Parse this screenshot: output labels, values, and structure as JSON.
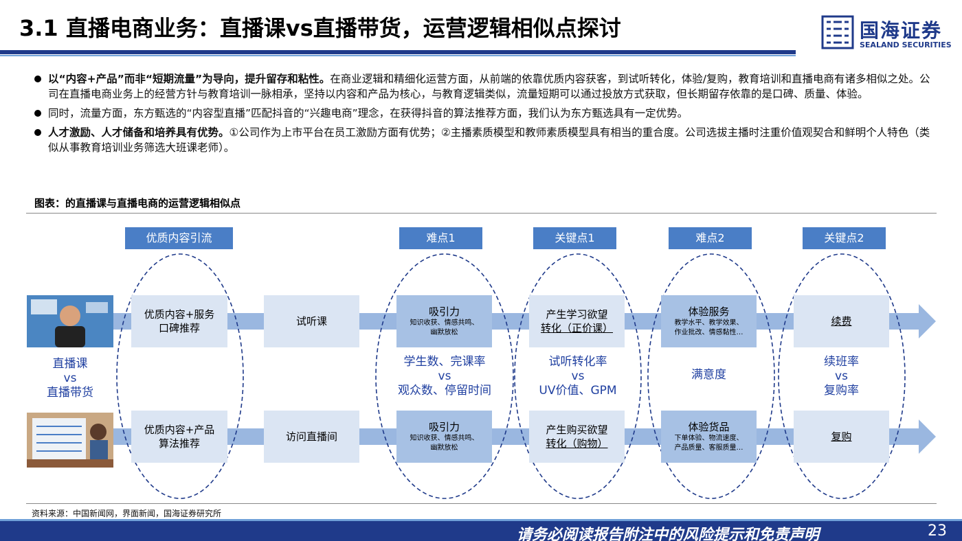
{
  "header": {
    "title": "3.1 直播电商业务：直播课vs直播带货，运营逻辑相似点探讨",
    "logo_cn": "国海证券",
    "logo_en": "SEALAND SECURITIES"
  },
  "bullets": [
    {
      "bold": "以“内容+产品”而非“短期流量”为导向，提升留存和粘性。",
      "text": "在商业逻辑和精细化运营方面，从前端的依靠优质内容获客，到试听转化，体验/复购，教育培训和直播电商有诸多相似之处。公司在直播电商业务上的经营方针与教育培训一脉相承，坚持以内容和产品为核心，与教育逻辑类似，流量短期可以通过投放方式获取，但长期留存依靠的是口碑、质量、体验。"
    },
    {
      "bold": "",
      "text": "同时，流量方面，东方甄选的“内容型直播”匹配抖音的“兴趣电商”理念，在获得抖音的算法推荐方面，我们认为东方甄选具有一定优势。"
    },
    {
      "bold": "人才激励、人才储备和培养具有优势。",
      "text": "①公司作为上市平台在员工激励方面有优势；②主播素质模型和教师素质模型具有相当的重合度。公司选拔主播时注重价值观契合和鲜明个人特色（类似从事教育培训业务筛选大班课老师）。"
    }
  ],
  "figure": {
    "title": "图表：的直播课与直播电商的运营逻辑相似点",
    "source": "资料来源：中国新闻网，界面新闻，国海证券研究所",
    "headers": [
      "优质内容引流",
      "难点1",
      "关键点1",
      "难点2",
      "关键点2"
    ],
    "left_label": {
      "line1": "直播课",
      "line2": "vs",
      "line3": "直播带货"
    },
    "row1": {
      "c1": {
        "line1": "优质内容+服务",
        "line2": "口碑推荐"
      },
      "c2": "试听课",
      "c3": {
        "title": "吸引力",
        "sub1": "知识收获、情感共鸣、",
        "sub2": "幽默放松"
      },
      "c4": {
        "line1": "产生学习欲望",
        "line2": "转化（正价课）"
      },
      "c5": {
        "title": "体验服务",
        "sub1": "教学水平、教学效果、",
        "sub2": "作业批改、情感黏性…"
      },
      "c6": "续费"
    },
    "row2": {
      "c1": {
        "line1": "优质内容+产品",
        "line2": "算法推荐"
      },
      "c2": "访问直播间",
      "c3": {
        "title": "吸引力",
        "sub1": "知识收获、情感共鸣、",
        "sub2": "幽默放松"
      },
      "c4": {
        "line1": "产生购买欲望",
        "line2": "转化（购物）"
      },
      "c5": {
        "title": "体验货品",
        "sub1": "下单体验、物流速度、",
        "sub2": "产品质量、客服质量…"
      },
      "c6": "复购"
    },
    "metrics": {
      "m1": {
        "line1": "学生数、完课率",
        "line2": "vs",
        "line3": "观众数、停留时间"
      },
      "m2": {
        "line1": "试听转化率",
        "line2": "vs",
        "line3": "UV价值、GPM"
      },
      "m3": "满意度",
      "m4": {
        "line1": "续班率",
        "line2": "vs",
        "line3": "复购率"
      }
    }
  },
  "footer": {
    "disclaimer": "请务必阅读报告附注中的风险提示和免责声明",
    "page": "23"
  },
  "colors": {
    "brand": "#1f3a8a",
    "header_box": "#4a7ec6",
    "arrow": "#9ab7e0",
    "box_light": "#dbe5f3",
    "box_mid": "#a7c1e4",
    "label": "#1f3fa0",
    "dashed": "#1f3a8a"
  }
}
